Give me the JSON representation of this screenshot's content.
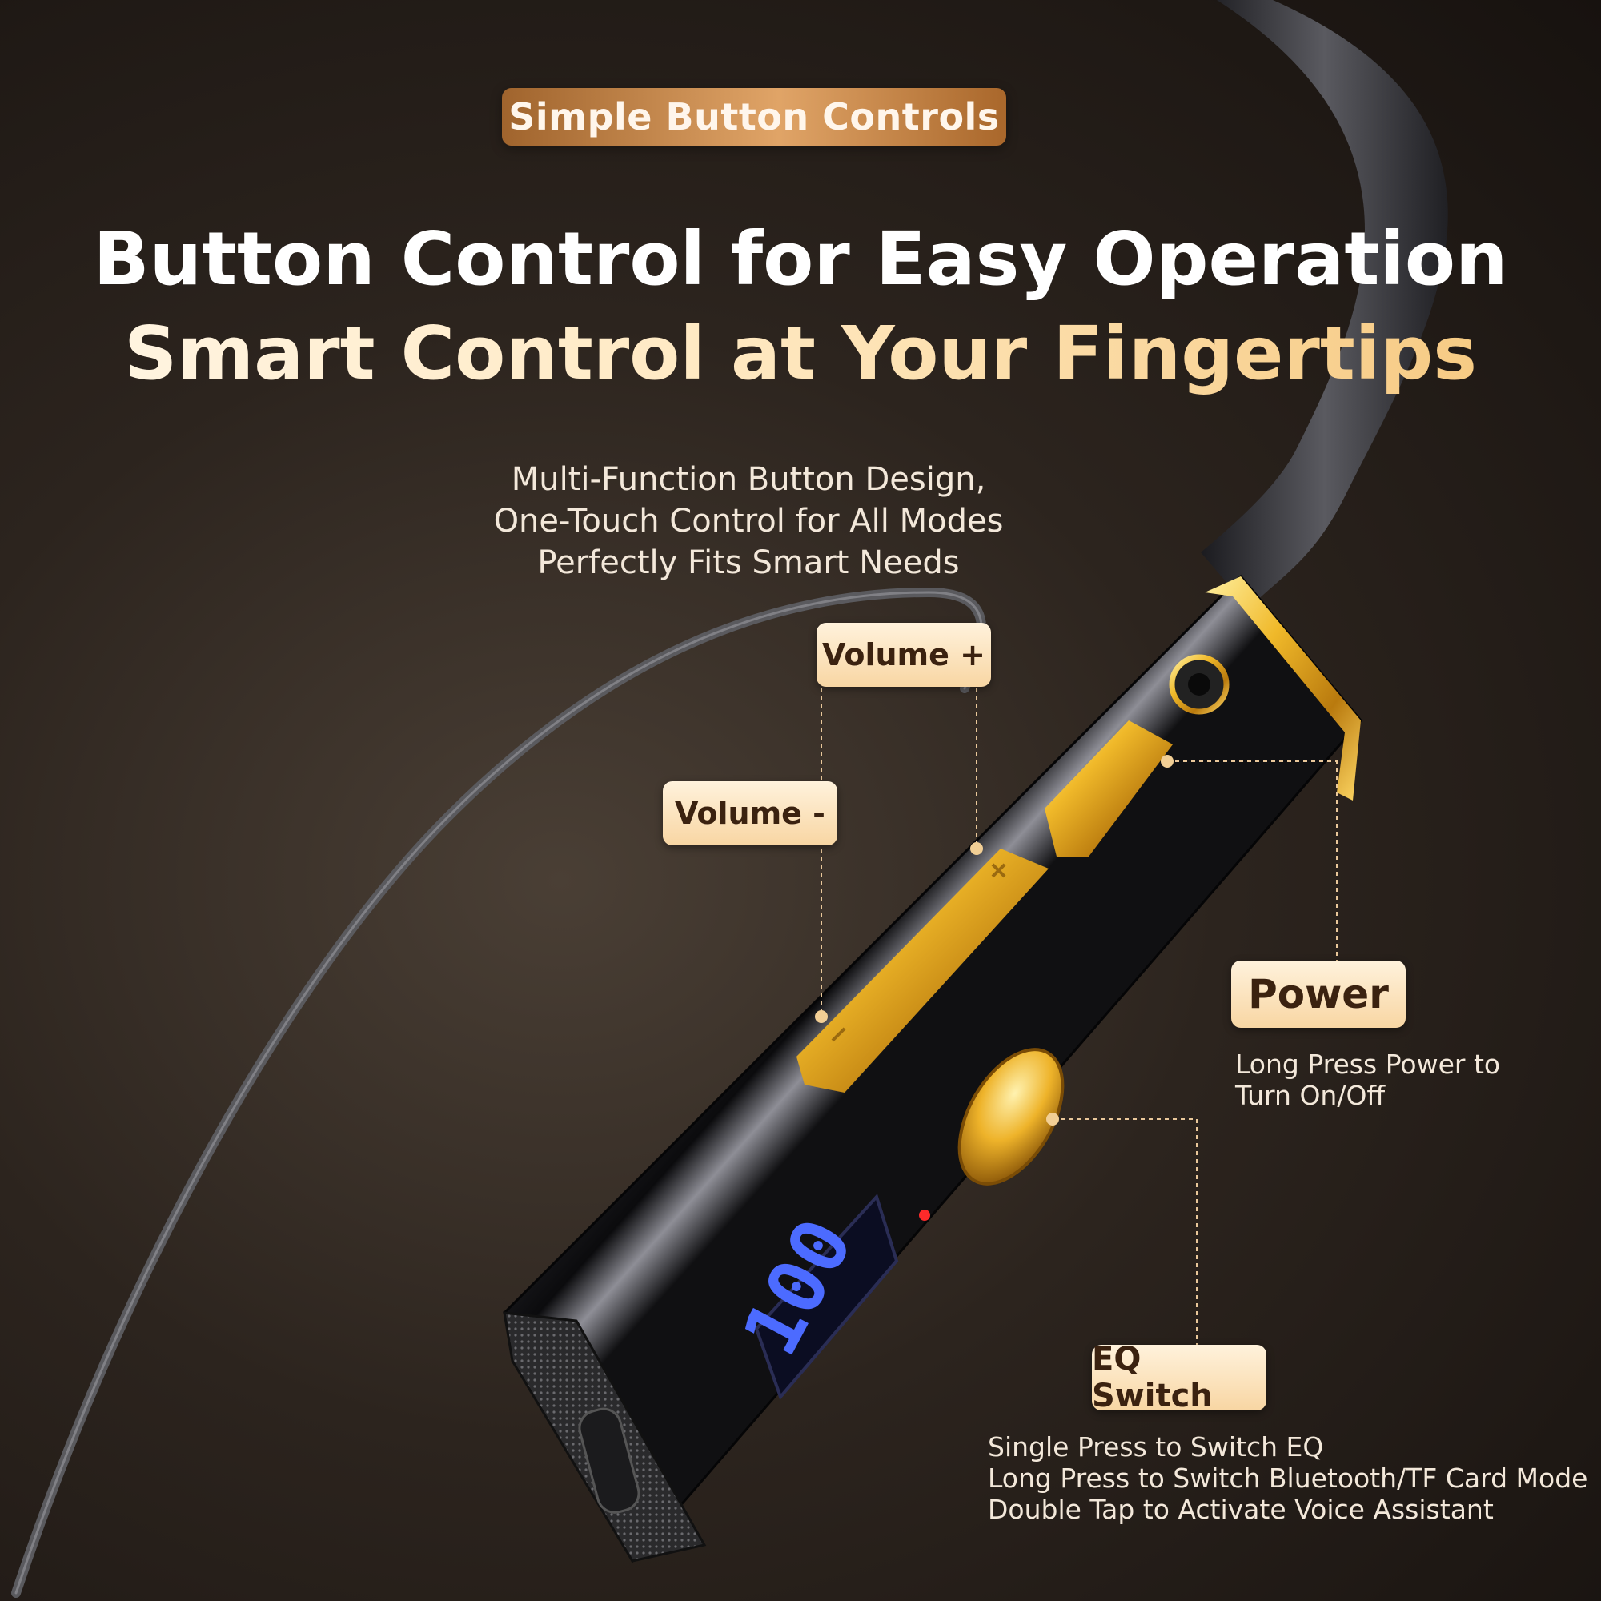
{
  "badge": {
    "text": "Simple Button Controls"
  },
  "headline": {
    "line1": "Button Control for Easy Operation",
    "line2": "Smart Control at Your Fingertips"
  },
  "subtext": {
    "lines": [
      "Multi-Function Button Design,",
      "One-Touch Control for All Modes",
      "Perfectly Fits Smart Needs"
    ]
  },
  "callouts": {
    "volume_plus": {
      "label": "Volume +"
    },
    "volume_minus": {
      "label": "Volume -"
    },
    "power": {
      "label": "Power",
      "desc": [
        "Long Press Power to",
        "Turn On/Off"
      ]
    },
    "eq": {
      "label": "EQ Switch",
      "desc": [
        "Single Press to Switch EQ",
        "Long Press to Switch Bluetooth/TF Card Mode",
        "Double Tap to Activate Voice Assistant"
      ]
    }
  },
  "device": {
    "display_value": "100"
  },
  "colors": {
    "gold": "#f0b92a",
    "badge": "#c98a4c",
    "callout": "#fbe3bd",
    "display_blue": "#3b5cff"
  }
}
